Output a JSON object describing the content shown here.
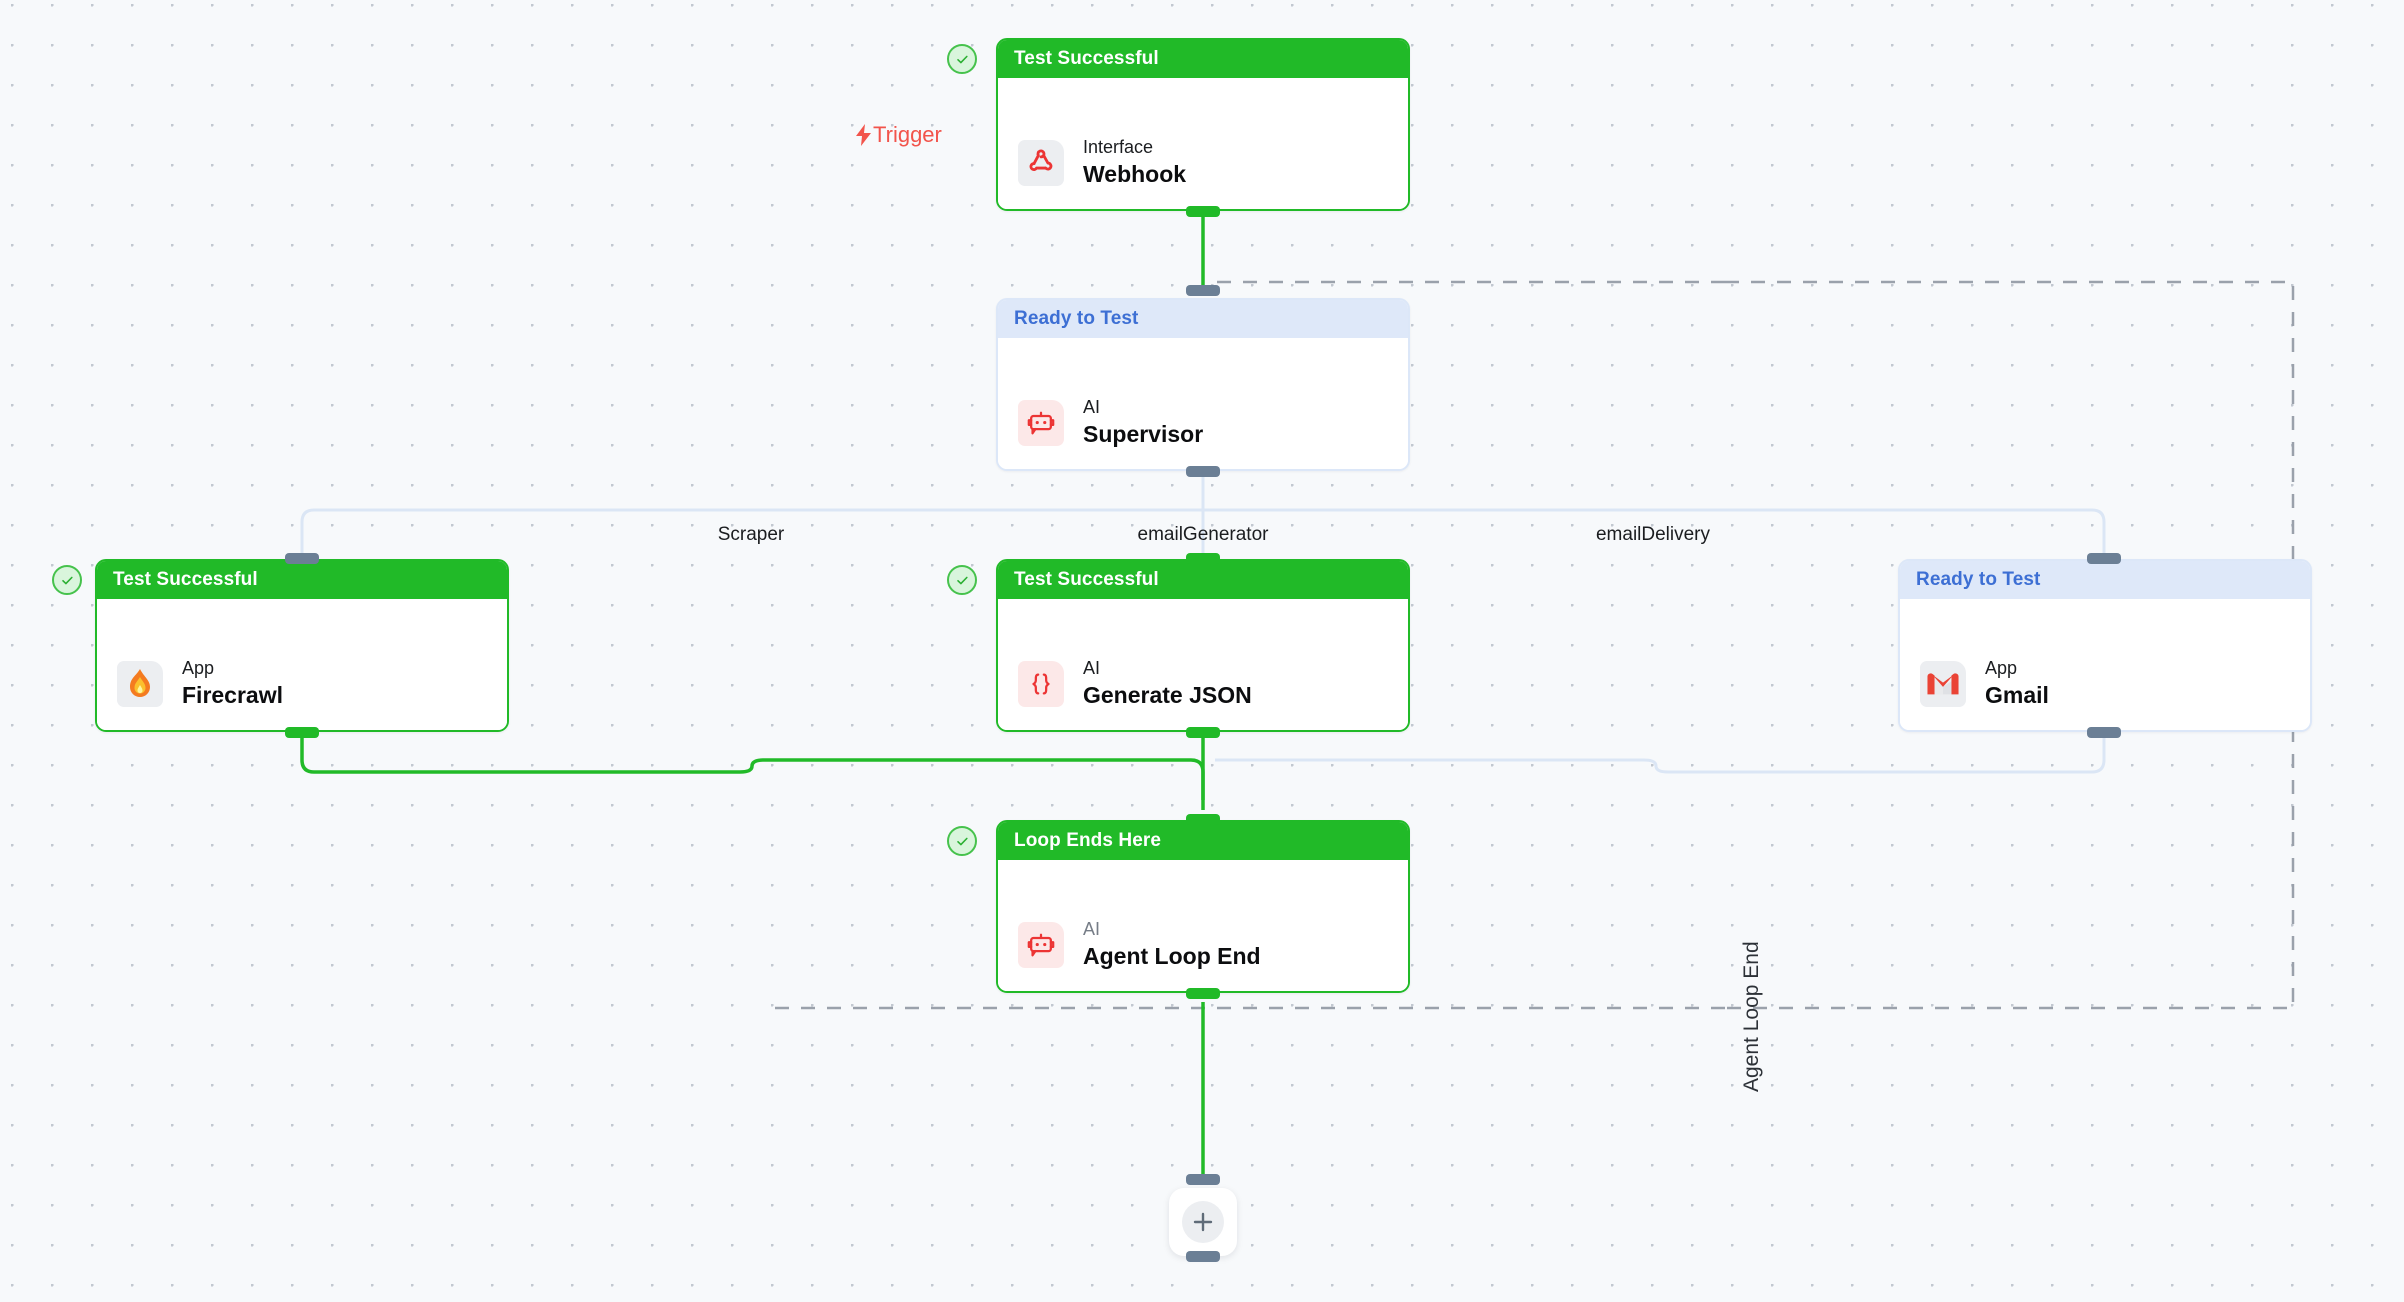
{
  "canvas": {
    "grid": "dot-grid",
    "background_color": "#f7f9fb",
    "dot_color": "#c2c8d0"
  },
  "colors": {
    "success_green": "#21ba28",
    "success_badge_fill": "#d9f5dc",
    "ready_blue_header": "#dee8f9",
    "ready_blue_text": "#3d6fd4",
    "handle_slate": "#6b7f95",
    "trigger_red": "#f2544b",
    "idle_edge": "#dbe6f5",
    "loop_border": "#9aa1ab"
  },
  "trigger": {
    "label": "Trigger",
    "icon": "lightning-bolt-icon"
  },
  "nodes": [
    {
      "id": "webhook",
      "status_label": "Test Successful",
      "status": "success",
      "kind": "Interface",
      "title": "Webhook",
      "icon": "webhook-icon",
      "icon_style": "grey",
      "badge": "check-circle-icon"
    },
    {
      "id": "supervisor",
      "status_label": "Ready to Test",
      "status": "ready",
      "kind": "AI",
      "title": "Supervisor",
      "icon": "robot-icon",
      "icon_style": "pink",
      "badge": null
    },
    {
      "id": "firecrawl",
      "status_label": "Test Successful",
      "status": "success",
      "kind": "App",
      "title": "Firecrawl",
      "icon": "flame-icon",
      "icon_style": "grey",
      "badge": "check-circle-icon"
    },
    {
      "id": "generate-json",
      "status_label": "Test Successful",
      "status": "success",
      "kind": "AI",
      "title": "Generate JSON",
      "icon": "curly-braces-icon",
      "icon_style": "pink",
      "badge": "check-circle-icon"
    },
    {
      "id": "gmail",
      "status_label": "Ready to Test",
      "status": "ready",
      "kind": "App",
      "title": "Gmail",
      "icon": "gmail-icon",
      "icon_style": "grey",
      "badge": null
    },
    {
      "id": "agent-loop-end",
      "status_label": "Loop Ends Here",
      "status": "success",
      "kind": "AI",
      "title": "Agent Loop End",
      "icon": "robot-icon",
      "icon_style": "pink",
      "badge": "check-circle-icon",
      "kind_muted": true
    }
  ],
  "branch_labels": [
    {
      "id": "scraper",
      "label": "Scraper"
    },
    {
      "id": "email-generator",
      "label": "emailGenerator"
    },
    {
      "id": "email-delivery",
      "label": "emailDelivery"
    }
  ],
  "loop": {
    "label": "Agent Loop End"
  },
  "add_button": {
    "icon": "plus-icon",
    "label": "+"
  }
}
